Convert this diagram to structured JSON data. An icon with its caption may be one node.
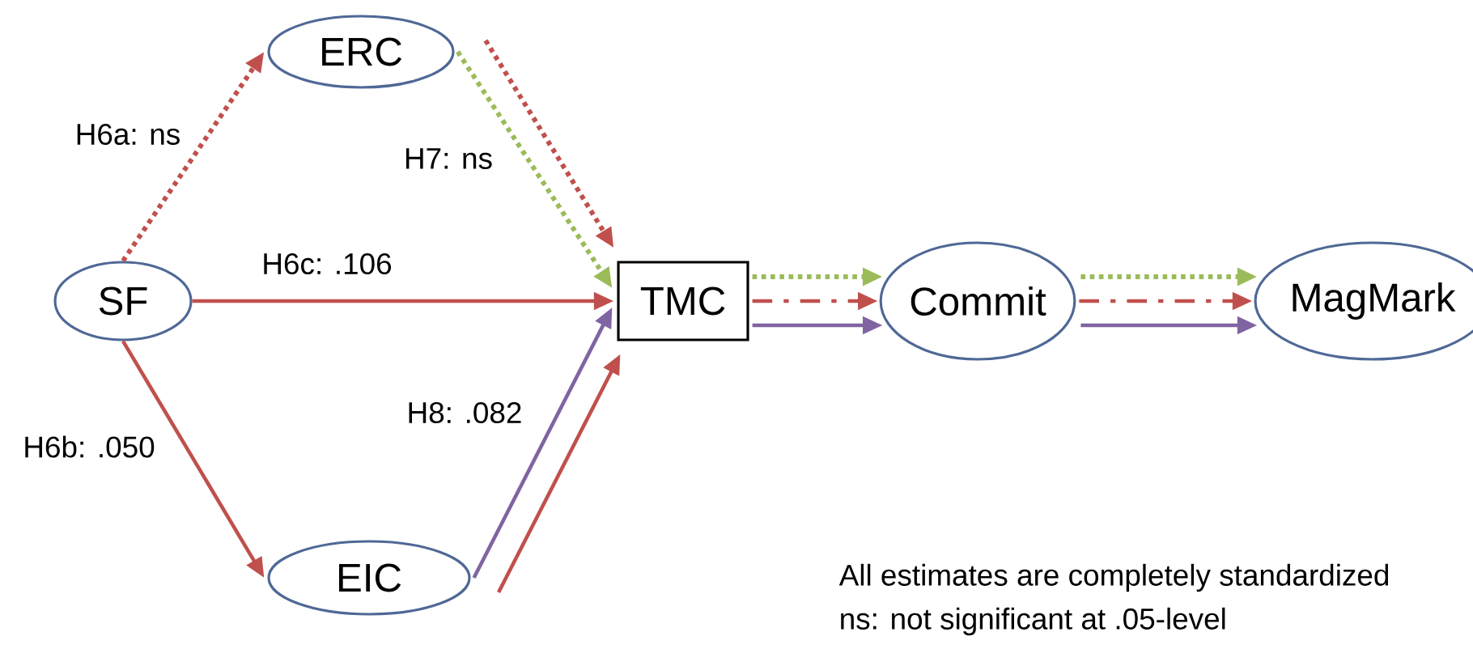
{
  "diagram": {
    "nodes": [
      {
        "text": [
          "ERC"
        ]
      },
      {
        "text": [
          "SF"
        ]
      },
      {
        "text": [
          "TMC"
        ]
      },
      {
        "text": [
          "EIC"
        ]
      },
      {
        "text": [
          "Commit"
        ]
      },
      {
        "text": [
          "MagMark"
        ]
      }
    ],
    "edges": [
      {
        "from": 1,
        "to": 0,
        "arrow": "to",
        "label": "H6a: ns",
        "style": "dashed"
      },
      {
        "from": 0,
        "to": 2,
        "arrow": "to",
        "label": "H7: ns",
        "style": "dashed",
        "color": "#9bbb59"
      },
      {
        "from": null,
        "to": 2,
        "arrow": "to",
        "style": "dashed"
      },
      {
        "from": 1,
        "to": 2,
        "arrow": "to",
        "label": "H6c: .106"
      },
      {
        "from": 1,
        "to": 3,
        "arrow": "to",
        "label": "H6b: .050"
      },
      {
        "from": 3,
        "to": 2,
        "arrow": "to",
        "label": "H8: .082",
        "color": "#8064a2"
      },
      {
        "from": null,
        "to": 2,
        "arrow": "to"
      },
      {
        "from": 2,
        "to": 4,
        "arrow": "to",
        "style": "dashed",
        "color": "#9bbb59"
      },
      {
        "from": 2,
        "to": 4,
        "arrow": "to",
        "style": "dashed"
      },
      {
        "from": 2,
        "to": 4,
        "arrow": "to",
        "color": "#8064a2"
      },
      {
        "from": 4,
        "to": 5,
        "arrow": "to",
        "style": "dashed",
        "color": "#9bbb59"
      },
      {
        "from": 4,
        "to": 5,
        "arrow": "to",
        "style": "dashed"
      },
      {
        "from": 4,
        "to": 5,
        "arrow": "to",
        "color": "#8064a2"
      }
    ],
    "labels": [
      "All estimates are completely standardized",
      "ns: not significant at .05-level"
    ]
  }
}
